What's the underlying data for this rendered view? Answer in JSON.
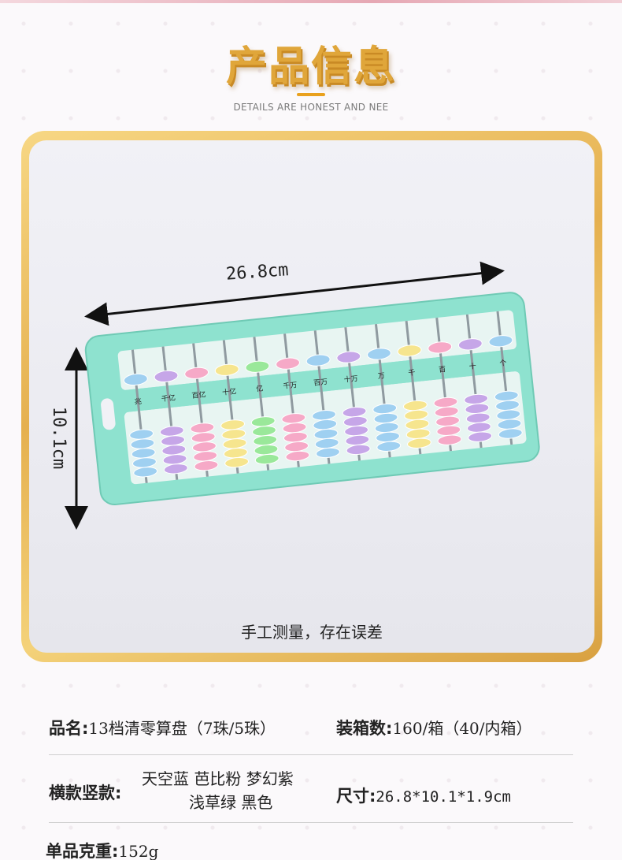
{
  "header": {
    "title": "产品信息",
    "subtitle": "DETAILS ARE HONEST AND NEE"
  },
  "photo": {
    "width_label": "26.8cm",
    "height_label": "10.1cm",
    "note": "手工测量，存在误差",
    "place_values": [
      "兆",
      "千亿",
      "百亿",
      "十亿",
      "亿",
      "千万",
      "百万",
      "十万",
      "万",
      "千",
      "百",
      "十",
      "个"
    ]
  },
  "specs": {
    "name_label": "品名:",
    "name_value": "13档清零算盘（7珠/5珠）",
    "box_label": "装箱数:",
    "box_value": "160/箱（40/内箱）",
    "style_label": "横款竖款:",
    "style_line1": "天空蓝 芭比粉 梦幻紫",
    "style_line2": "浅草绿 黑色",
    "size_label": "尺寸:",
    "size_value": "26.8*10.1*1.9cm",
    "weight_label": "单品克重:",
    "weight_value": "152g"
  },
  "colors": {
    "gold": "#e0a63a",
    "frame_mint": "#8ee2cf",
    "bead_blue": "#9fd0f1",
    "bead_purple": "#c6a6e8",
    "bead_pink": "#f6a9c7",
    "bead_yellow": "#f6e58e",
    "bead_green": "#9ae89a"
  }
}
